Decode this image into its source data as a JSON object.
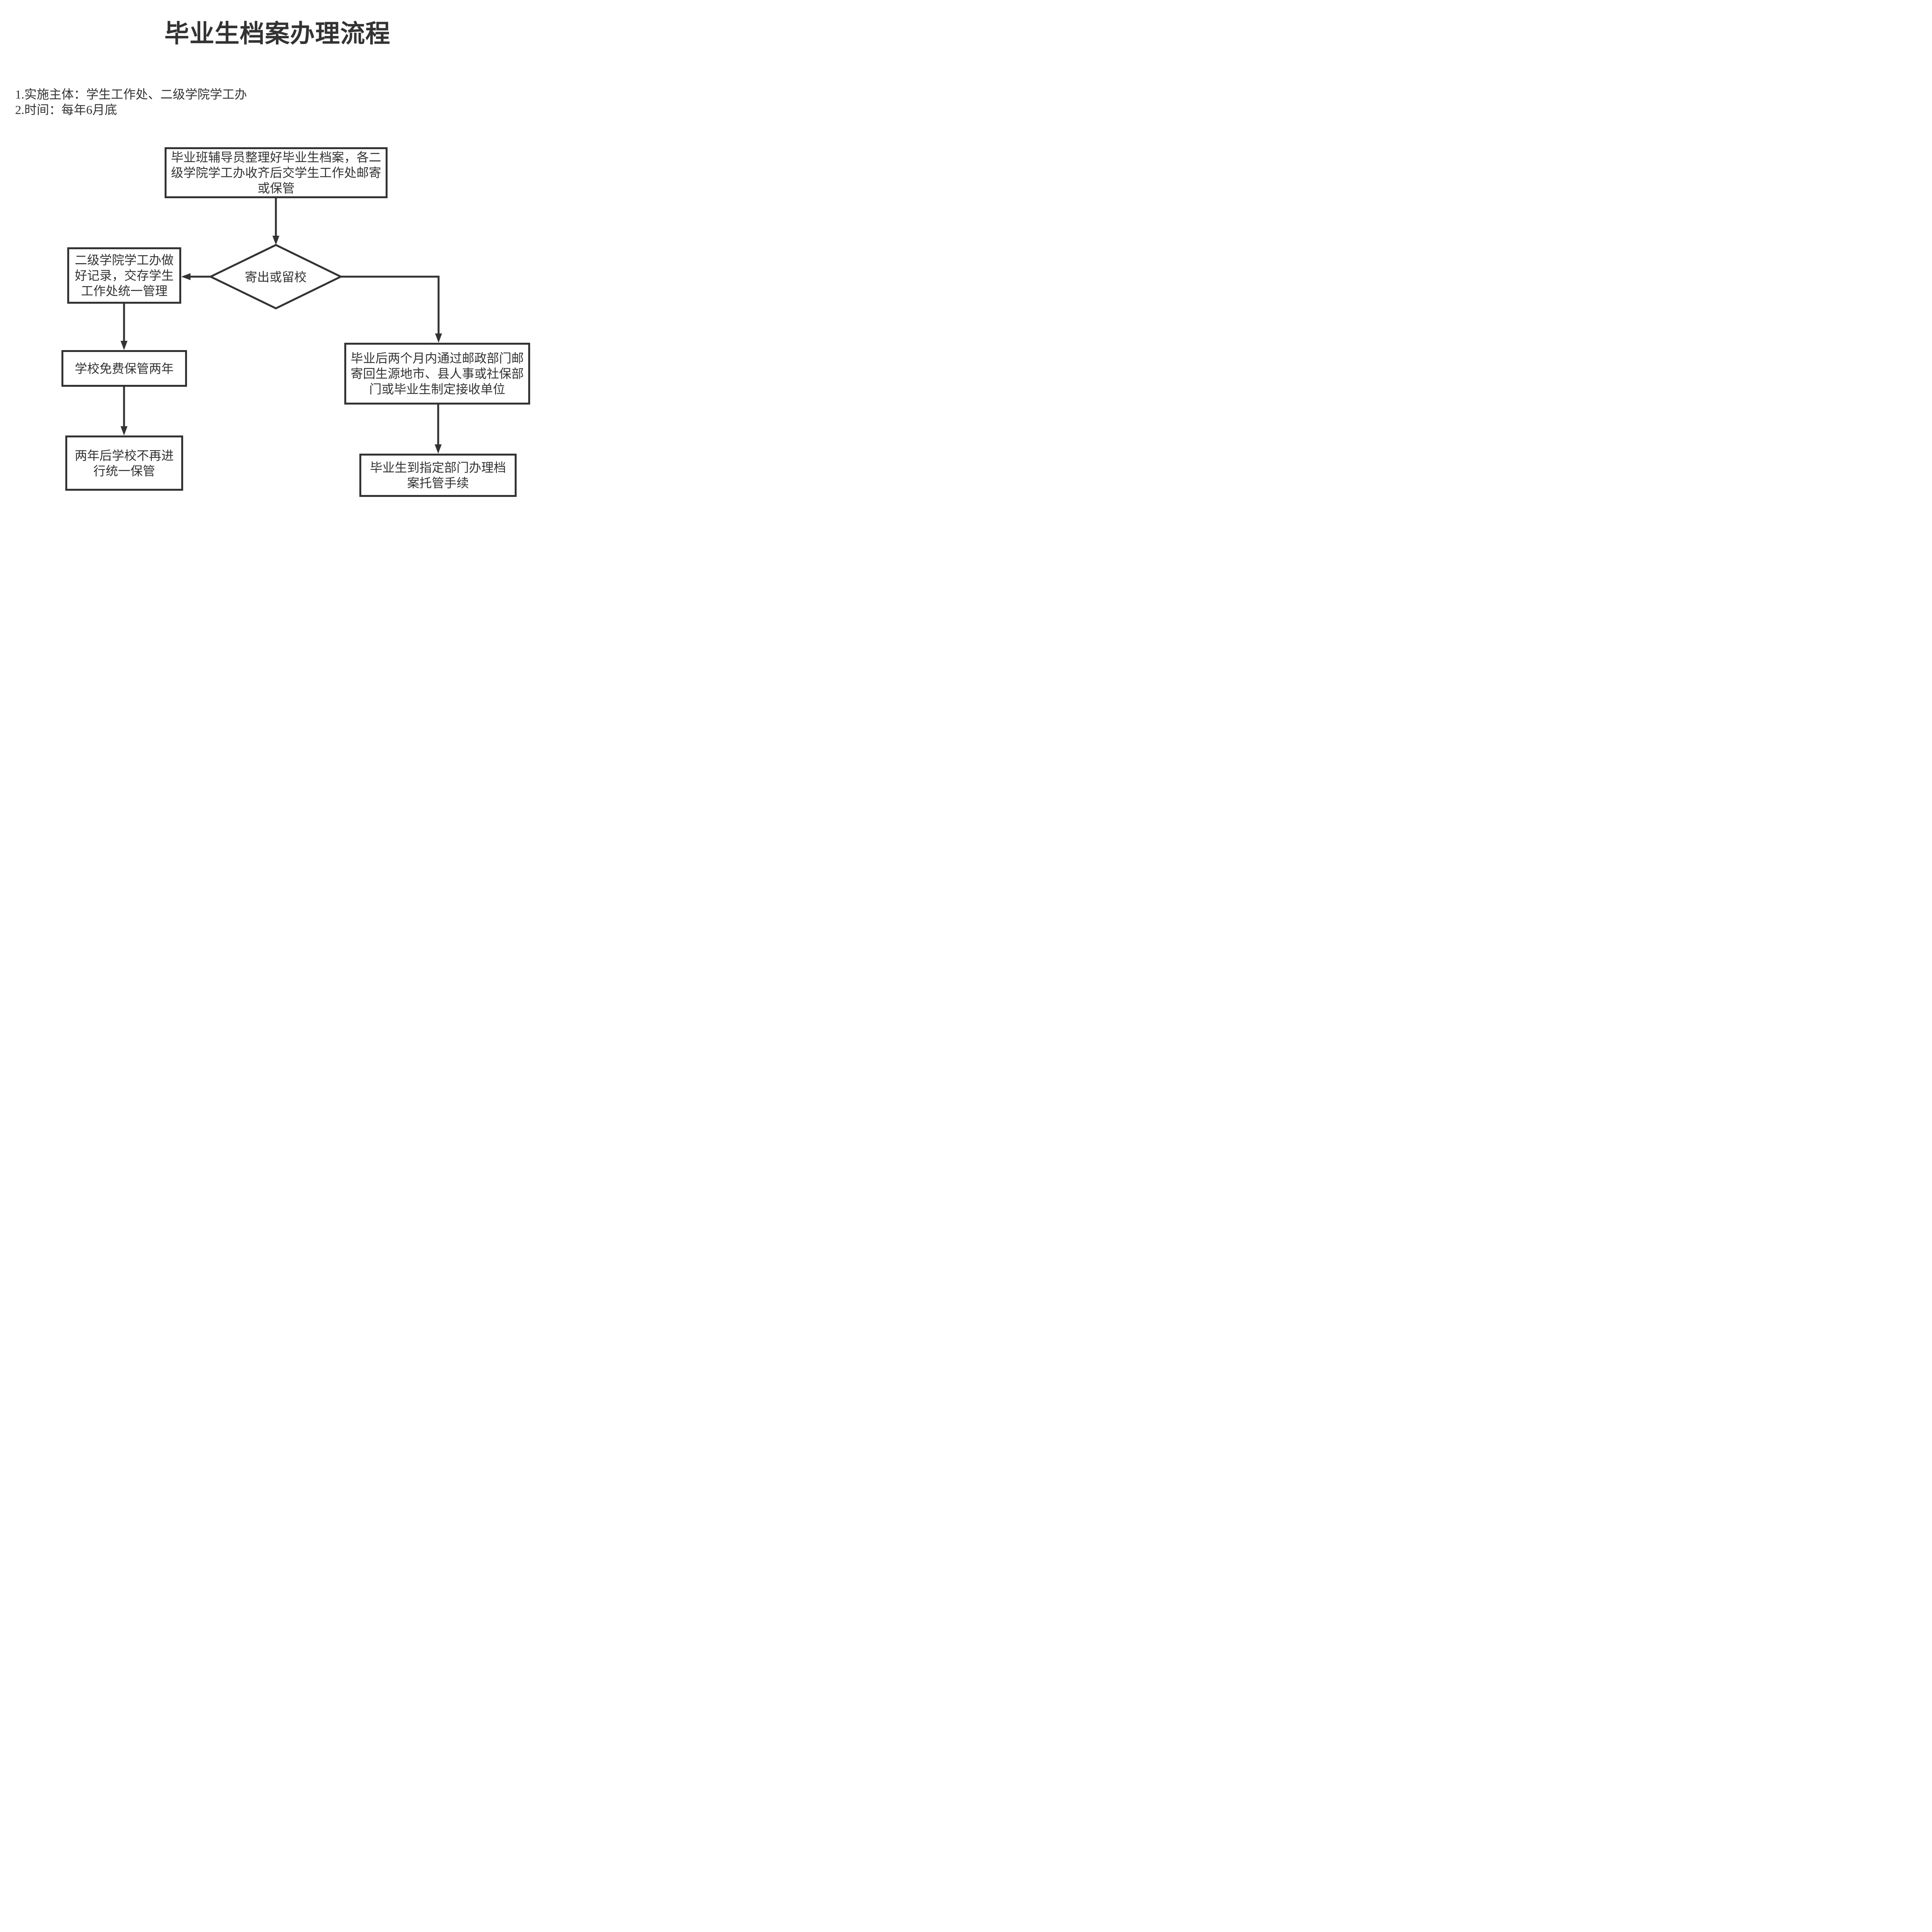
{
  "title": "毕业生档案办理流程",
  "notes": [
    "1.实施主体：学生工作处、二级学院学工办",
    "2.时间：每年6月底"
  ],
  "flowchart": {
    "start": "毕业班辅导员整理好毕业生档案，各二\n级学院学工办收齐后交学生工作处邮寄\n或保管",
    "decision": "寄出或留校",
    "keep_record": "二级学院学工办做\n好记录，交存学生\n工作处统一管理",
    "free_storage": "学校免费保管两年",
    "no_storage": "两年后学校不再进\n行统一保管",
    "mail_out": "毕业后两个月内通过邮政部门邮\n寄回生源地市、县人事或社保部\n门或毕业生制定接收单位",
    "trusteeship": "毕业生到指定部门办理档\n案托管手续"
  },
  "colors": {
    "stroke": "#333333",
    "text": "#333333",
    "background": "#ffffff"
  }
}
